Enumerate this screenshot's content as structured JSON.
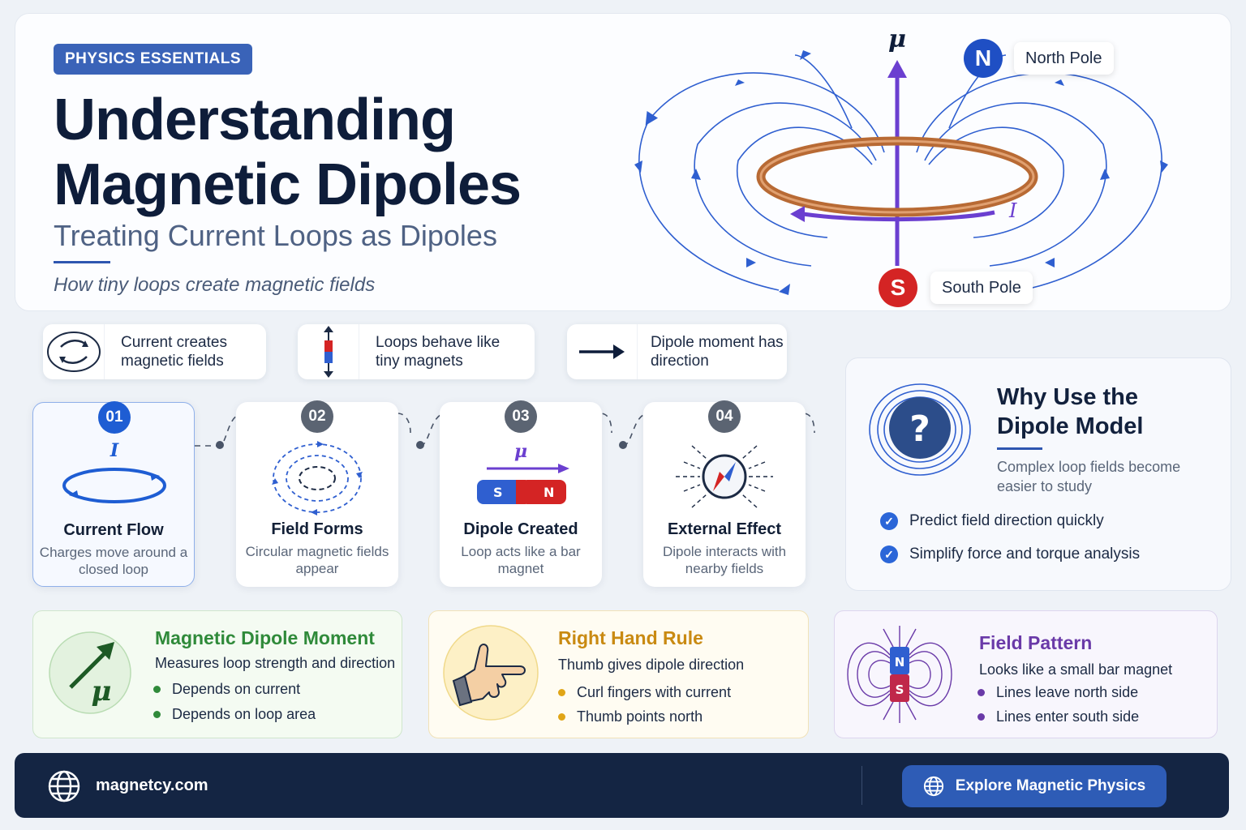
{
  "header": {
    "tag": "PHYSICS ESSENTIALS",
    "title_line1": "Understanding",
    "title_line2": "Magnetic Dipoles",
    "subtitle": "Treating Current Loops as Dipoles",
    "tagline": "How tiny loops create magnetic fields"
  },
  "diagram": {
    "mu_symbol": "μ",
    "current_symbol": "I",
    "north_letter": "N",
    "north_label": "North Pole",
    "south_letter": "S",
    "south_label": "South Pole",
    "colors": {
      "field_lines": "#2f5fd0",
      "loop": "#c47a44",
      "moment": "#6b3fd0",
      "north": "#1f4fc4",
      "south": "#d42424"
    }
  },
  "features": [
    {
      "icon": "circular-arrows-icon",
      "text": "Current creates magnetic fields"
    },
    {
      "icon": "bar-magnet-icon",
      "text": "Loops behave like tiny magnets"
    },
    {
      "icon": "arrow-right-icon",
      "text": "Dipole moment has direction"
    }
  ],
  "steps": [
    {
      "num": "01",
      "title": "Current Flow",
      "desc": "Charges move around a closed loop",
      "icon_label": "I"
    },
    {
      "num": "02",
      "title": "Field Forms",
      "desc": "Circular magnetic fields appear"
    },
    {
      "num": "03",
      "title": "Dipole Created",
      "desc": "Loop acts like a bar magnet",
      "icon_label": "μ",
      "s": "S",
      "n": "N"
    },
    {
      "num": "04",
      "title": "External Effect",
      "desc": "Dipole interacts with nearby fields"
    }
  ],
  "why": {
    "title": "Why Use the Dipole Model",
    "icon": "?",
    "sub": "Complex loop fields become easier to study",
    "checks": [
      "Predict field direction quickly",
      "Simplify force and torque analysis"
    ]
  },
  "cards": [
    {
      "title": "Magnetic Dipole Moment",
      "sub": "Measures loop strength and direction",
      "bullets": [
        "Depends on current",
        "Depends on loop area"
      ],
      "symbol": "μ",
      "color": "#2f8a3a"
    },
    {
      "title": "Right Hand Rule",
      "sub": "Thumb gives dipole direction",
      "bullets": [
        "Curl fingers with current",
        "Thumb points north"
      ],
      "color": "#c98a12"
    },
    {
      "title": "Field Pattern",
      "sub": "Looks like a small bar magnet",
      "bullets": [
        "Lines leave north side",
        "Lines enter south side"
      ],
      "n": "N",
      "s": "S",
      "color": "#6a3aa8"
    }
  ],
  "footer": {
    "site": "magnetcy.com",
    "cta": "Explore Magnetic Physics"
  }
}
